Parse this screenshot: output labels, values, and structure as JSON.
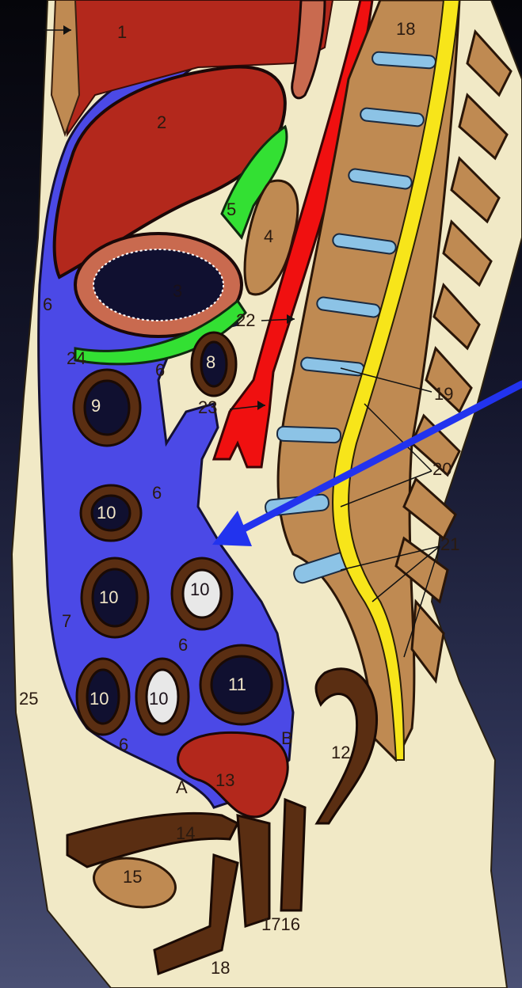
{
  "colors": {
    "background_top": "#05050a",
    "background_bottom": "#4a5074",
    "body_fill": "#f1e9c6",
    "peritoneum_blue": "#4b49e6",
    "liver_red": "#b3281c",
    "aorta_red": "#f01010",
    "spinal_cord_yellow": "#f7e51a",
    "vertebra_tan": "#bf8a52",
    "disc_blue": "#8cc3e6",
    "bowel_brown": "#5a2e12",
    "lesser_sac_green": "#33e033",
    "pointer_arrow": "#2233ee"
  },
  "labels": {
    "n1": "1",
    "n2": "2",
    "n3": "3",
    "n4": "4",
    "n5": "5",
    "n6a": "6",
    "n6b": "6",
    "n6c": "6",
    "n6d": "6",
    "n6e": "6",
    "n7": "7",
    "n8": "8",
    "n9": "9",
    "n10a": "10",
    "n10b": "10",
    "n10c": "10",
    "n10d": "10",
    "n10e": "10",
    "n11": "11",
    "n12": "12",
    "n13": "13",
    "n14": "14",
    "n15": "15",
    "n1716": "1716",
    "n18a": "18",
    "n18b": "18",
    "n19": "19",
    "n20": "20",
    "n21": "21",
    "n22": "22",
    "n23": "23",
    "n24": "24",
    "n25": "25",
    "nA": "A",
    "nB": "B"
  },
  "pointer": {
    "icon": "arrow-pointer-icon"
  }
}
